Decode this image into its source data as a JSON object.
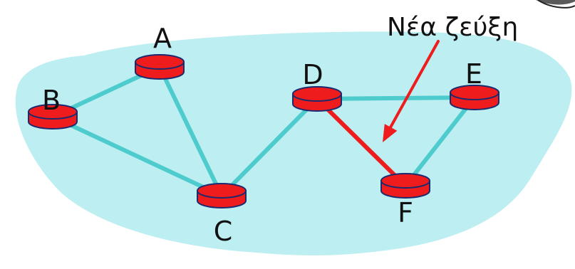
{
  "colors": {
    "cloud": "#bdeef2",
    "link": "#4ecbcc",
    "new_link": "#ee1c1c",
    "router_fill": "#ee1c1c",
    "router_outline": "#1c2a6e",
    "arrow": "#ee1c1c",
    "text": "#111111"
  },
  "routers": [
    {
      "id": "A",
      "label": "A"
    },
    {
      "id": "B",
      "label": "B"
    },
    {
      "id": "C",
      "label": "C"
    },
    {
      "id": "D",
      "label": "D"
    },
    {
      "id": "E",
      "label": "E"
    },
    {
      "id": "F",
      "label": "F"
    }
  ],
  "links": [
    {
      "from": "A",
      "to": "B",
      "new": false
    },
    {
      "from": "A",
      "to": "C",
      "new": false
    },
    {
      "from": "B",
      "to": "C",
      "new": false
    },
    {
      "from": "C",
      "to": "D",
      "new": false
    },
    {
      "from": "D",
      "to": "E",
      "new": false
    },
    {
      "from": "E",
      "to": "F",
      "new": false
    },
    {
      "from": "D",
      "to": "F",
      "new": true
    }
  ],
  "annotation": {
    "text": "Νέα ζεύξη"
  }
}
